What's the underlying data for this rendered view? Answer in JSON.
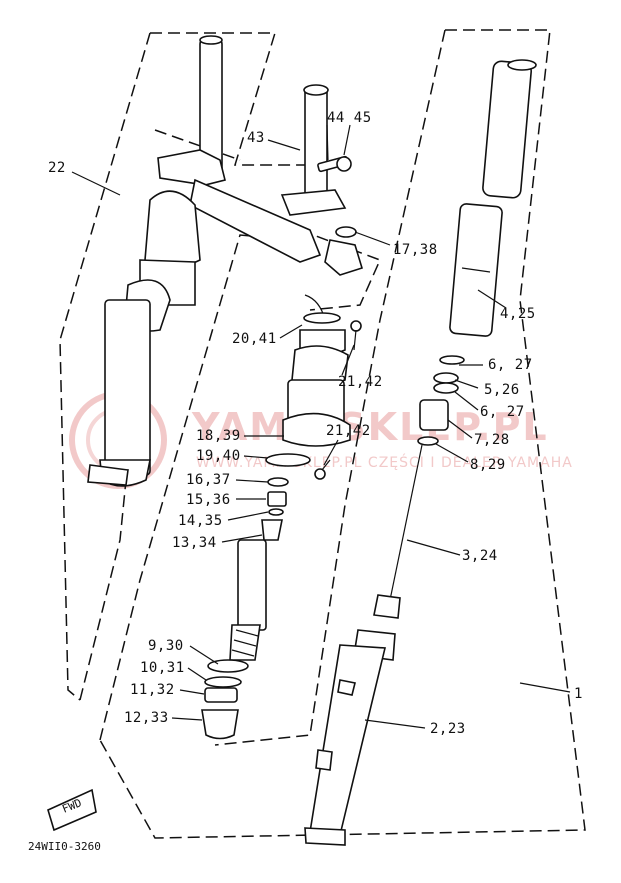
{
  "diagram_code": "24WII0-3260",
  "watermark": {
    "main": "YAMA-SKLEP.PL",
    "sub": "WWW.YAMA-SKLEP.PL CZĘŚCI I DEALER YAMAHA"
  },
  "fwd_label": "FWD",
  "labels": {
    "l22": "22",
    "l43": "43",
    "l44_45": "44 45",
    "l17_38": "17,38",
    "l4_25": "4,25",
    "l20_41": "20,41",
    "l21_42a": "21,42",
    "l6_27a": "6, 27",
    "l5_26": "5,26",
    "l6_27b": "6, 27",
    "l18_39": "18,39",
    "l21_42b": "21,42",
    "l7_28": "7,28",
    "l19_40": "19,40",
    "l8_29": "8,29",
    "l16_37": "16,37",
    "l15_36": "15,36",
    "l14_35": "14,35",
    "l13_34": "13,34",
    "l3_24": "3,24",
    "l9_30": "9,30",
    "l10_31": "10,31",
    "l11_32": "11,32",
    "l1": "1",
    "l12_33": "12,33",
    "l2_23": "2,23"
  }
}
